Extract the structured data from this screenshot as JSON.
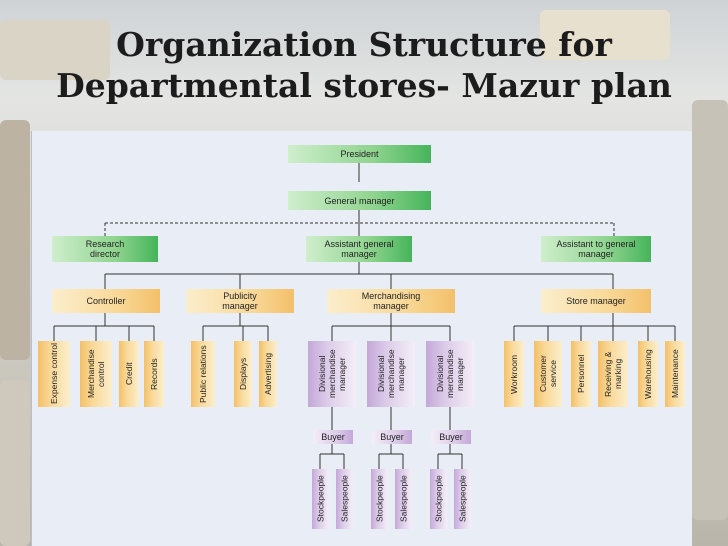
{
  "slide": {
    "title_line1": "Organization Structure for",
    "title_line2": "Departmental stores- Mazur plan"
  },
  "chart": {
    "president": "President",
    "general_manager": "General manager",
    "research_director": "Research director",
    "assistant_general_manager": "Assistant general manager",
    "assistant_to_general_manager": "Assistant to general manager",
    "controller": "Controller",
    "publicity_manager": "Publicity manager",
    "merchandising_manager": "Merchandising manager",
    "store_manager": "Store manager",
    "controller_units": [
      "Expense control",
      "Merchandise control",
      "Credit",
      "Records"
    ],
    "publicity_units": [
      "Public relations",
      "Displays",
      "Advertising"
    ],
    "divisional_managers": [
      "Divisional merchandise manager",
      "Divisional merchandise manager",
      "Divisional merchandise manager"
    ],
    "store_units": [
      "Workroom",
      "Customer service",
      "Personnel",
      "Receiving & marking",
      "Warehousing",
      "Maintenance"
    ],
    "buyers": [
      "Buyer",
      "Buyer",
      "Buyer"
    ],
    "staff": [
      "Stockpeople",
      "Salespeople",
      "Stockpeople",
      "Salespeople",
      "Stockpeople",
      "Salespeople"
    ]
  }
}
